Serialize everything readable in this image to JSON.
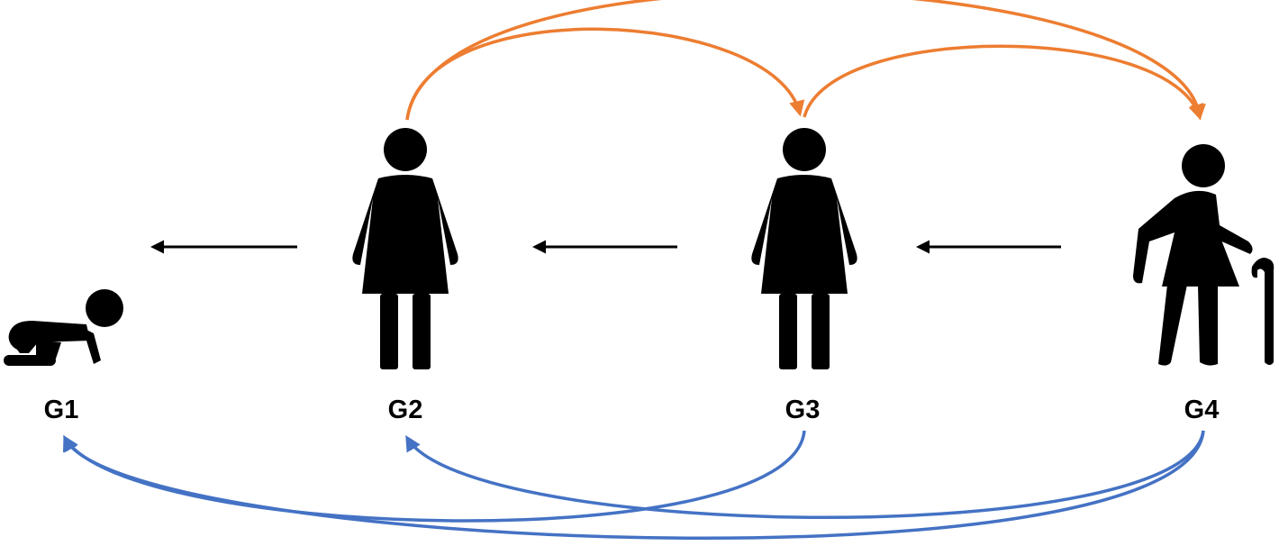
{
  "generations": [
    {
      "label": "G1",
      "figure": "crawling-baby-icon"
    },
    {
      "label": "G2",
      "figure": "woman-icon"
    },
    {
      "label": "G3",
      "figure": "woman-icon"
    },
    {
      "label": "G4",
      "figure": "elderly-woman-with-cane-icon"
    }
  ],
  "colors": {
    "upward_arcs": "#ED7D31",
    "downward_arcs": "#4472C4",
    "direct_arrows": "#000000"
  }
}
